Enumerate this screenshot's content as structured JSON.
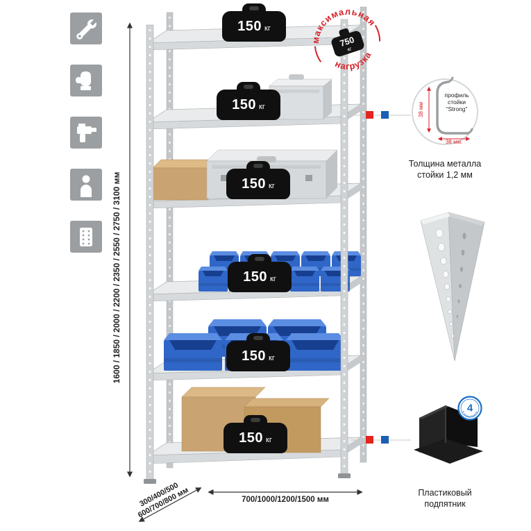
{
  "palette": {
    "icon_gray": "#9b9fa1",
    "stamp_red": "#d8232a",
    "marker_red": "#e2261f",
    "marker_blue": "#1a5fb4",
    "bin_blue": "#2f66c8",
    "badge_blue": "#1a6fc4"
  },
  "sidebar_icons": [
    {
      "id": "wrench"
    },
    {
      "id": "gloves"
    },
    {
      "id": "drill"
    },
    {
      "id": "person"
    },
    {
      "id": "perforated-post"
    }
  ],
  "dimensions": {
    "height": "1600 / 1850 / 2000 / 2200 / 2350 / 2550 / 2750 / 3100 мм",
    "depth_line1": "300/400/500",
    "depth_line2": "600/700/800 мм",
    "width": "700/1000/1200/1500 мм"
  },
  "shelves": [
    {
      "load_value": "150",
      "load_unit": "кг"
    },
    {
      "load_value": "150",
      "load_unit": "кг"
    },
    {
      "load_value": "150",
      "load_unit": "кг"
    },
    {
      "load_value": "150",
      "load_unit": "кг"
    },
    {
      "load_value": "150",
      "load_unit": "кг"
    },
    {
      "load_value": "150",
      "load_unit": "кг"
    }
  ],
  "max_load": {
    "arc_top": "максимальная",
    "arc_bottom": "нагрузка",
    "value": "750",
    "unit": "кг"
  },
  "profile": {
    "dim_vertical": "38 мм",
    "dim_horizontal": "38 мм.",
    "label": [
      "профиль",
      "стойки",
      "“Strong”"
    ],
    "caption": [
      "Толщина металла",
      "стойки 1,2 мм"
    ]
  },
  "foot": {
    "badge_number": "4",
    "badge_text": "в комплекте",
    "caption": [
      "Пластиковый",
      "подпятник"
    ]
  }
}
